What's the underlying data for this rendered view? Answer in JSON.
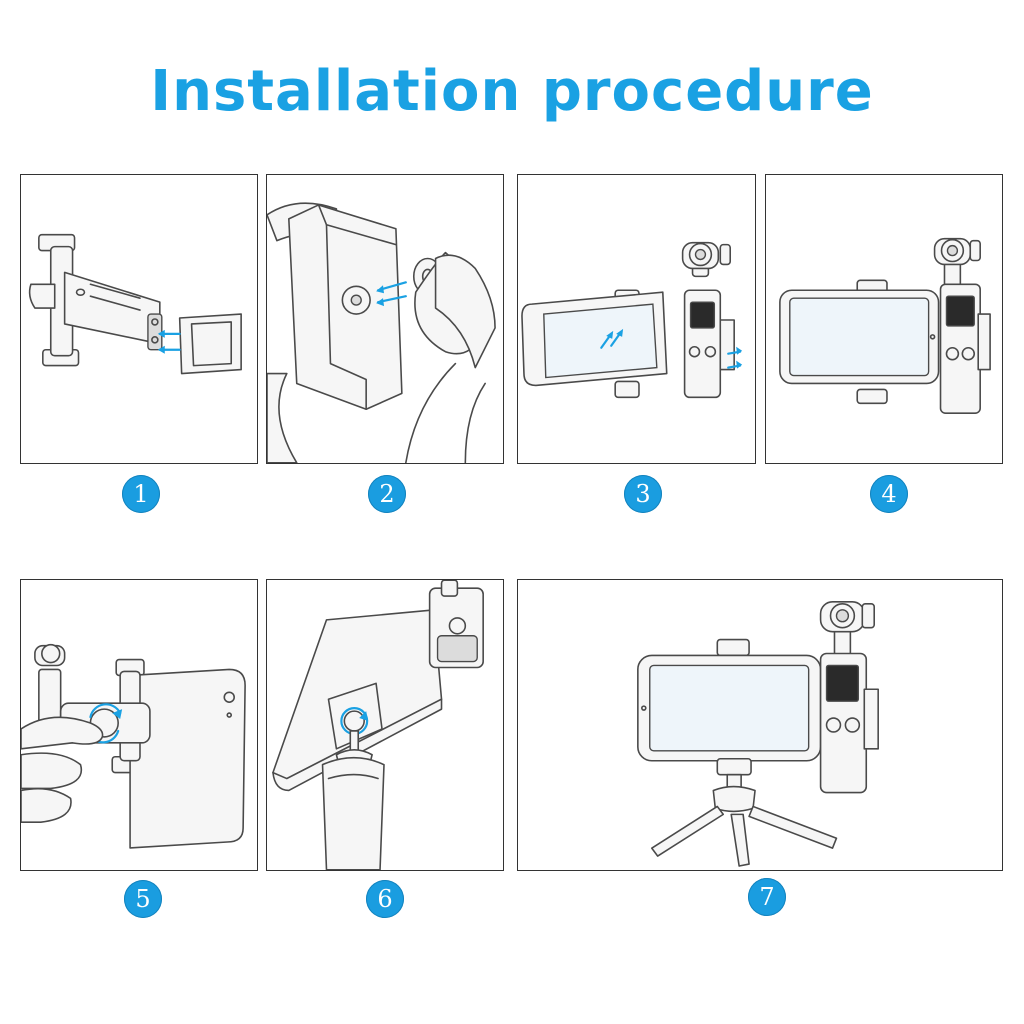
{
  "title": "Installation procedure",
  "accent_color": "#1aa1e3",
  "steps": [
    {
      "number": "1"
    },
    {
      "number": "2"
    },
    {
      "number": "3"
    },
    {
      "number": "4"
    },
    {
      "number": "5"
    },
    {
      "number": "6"
    },
    {
      "number": "7"
    }
  ]
}
